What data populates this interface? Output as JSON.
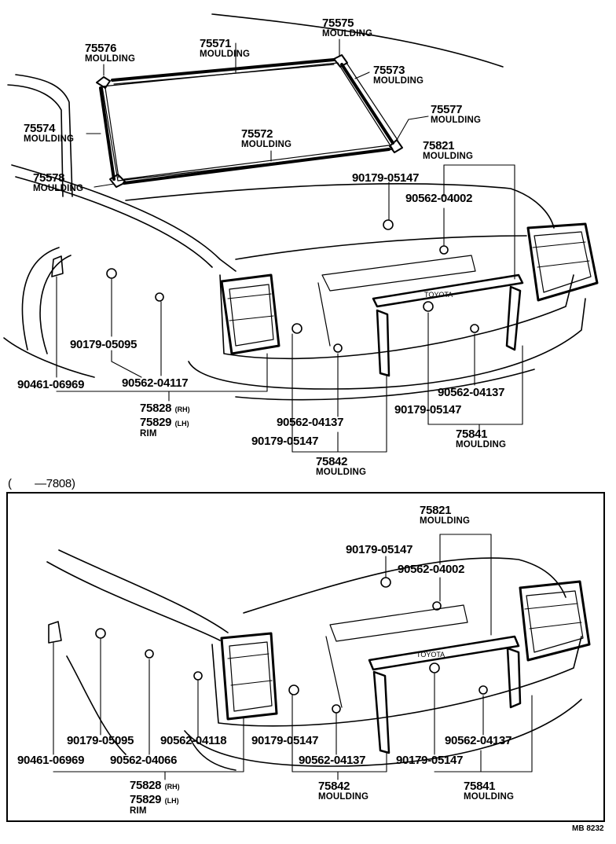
{
  "upper": {
    "callouts": [
      {
        "id": "75576",
        "number": "75576",
        "name": "MOULDING"
      },
      {
        "id": "75571",
        "number": "75571",
        "name": "MOULDING"
      },
      {
        "id": "75575",
        "number": "75575",
        "name": "MOULDING"
      },
      {
        "id": "75573",
        "number": "75573",
        "name": "MOULDING"
      },
      {
        "id": "75574",
        "number": "75574",
        "name": "MOULDING"
      },
      {
        "id": "75577",
        "number": "75577",
        "name": "MOULDING"
      },
      {
        "id": "75572",
        "number": "75572",
        "name": "MOULDING"
      },
      {
        "id": "75821",
        "number": "75821",
        "name": "MOULDING"
      },
      {
        "id": "75578",
        "number": "75578",
        "name": "MOULDING"
      },
      {
        "id": "90179-05147a",
        "number": "90179-05147",
        "name": ""
      },
      {
        "id": "90562-04002",
        "number": "90562-04002",
        "name": ""
      },
      {
        "id": "90179-05095",
        "number": "90179-05095",
        "name": ""
      },
      {
        "id": "90461-06969",
        "number": "90461-06969",
        "name": ""
      },
      {
        "id": "90562-04117",
        "number": "90562-04117",
        "name": ""
      },
      {
        "id": "90562-04137b",
        "number": "90562-04137",
        "name": ""
      },
      {
        "id": "90179-05147c",
        "number": "90179-05147",
        "name": ""
      },
      {
        "id": "90562-04137c",
        "number": "90562-04137",
        "name": ""
      },
      {
        "id": "90179-05147d",
        "number": "90179-05147",
        "name": ""
      },
      {
        "id": "75841",
        "number": "75841",
        "name": "MOULDING"
      },
      {
        "id": "75842",
        "number": "75842",
        "name": "MOULDING"
      }
    ],
    "rim": {
      "rh_number": "75828",
      "rh_suffix": "(RH)",
      "lh_number": "75829",
      "lh_suffix": "(LH)",
      "name": "RIM"
    }
  },
  "lower": {
    "title": "(　　—7808)",
    "callouts": [
      {
        "id": "75821",
        "number": "75821",
        "name": "MOULDING"
      },
      {
        "id": "90179-05147a",
        "number": "90179-05147",
        "name": ""
      },
      {
        "id": "90562-04002",
        "number": "90562-04002",
        "name": ""
      },
      {
        "id": "90179-05095",
        "number": "90179-05095",
        "name": ""
      },
      {
        "id": "90562-04118",
        "number": "90562-04118",
        "name": ""
      },
      {
        "id": "90179-05147b",
        "number": "90179-05147",
        "name": ""
      },
      {
        "id": "90562-04137a",
        "number": "90562-04137",
        "name": ""
      },
      {
        "id": "90461-06969",
        "number": "90461-06969",
        "name": ""
      },
      {
        "id": "90562-04066",
        "number": "90562-04066",
        "name": ""
      },
      {
        "id": "90562-04137b",
        "number": "90562-04137",
        "name": ""
      },
      {
        "id": "90179-05147c",
        "number": "90179-05147",
        "name": ""
      },
      {
        "id": "75842",
        "number": "75842",
        "name": "MOULDING"
      },
      {
        "id": "75841",
        "number": "75841",
        "name": "MOULDING"
      }
    ],
    "rim": {
      "rh_number": "75828",
      "rh_suffix": "(RH)",
      "lh_number": "75829",
      "lh_suffix": "(LH)",
      "name": "RIM"
    }
  },
  "footer": {
    "code": "MB 8232"
  }
}
